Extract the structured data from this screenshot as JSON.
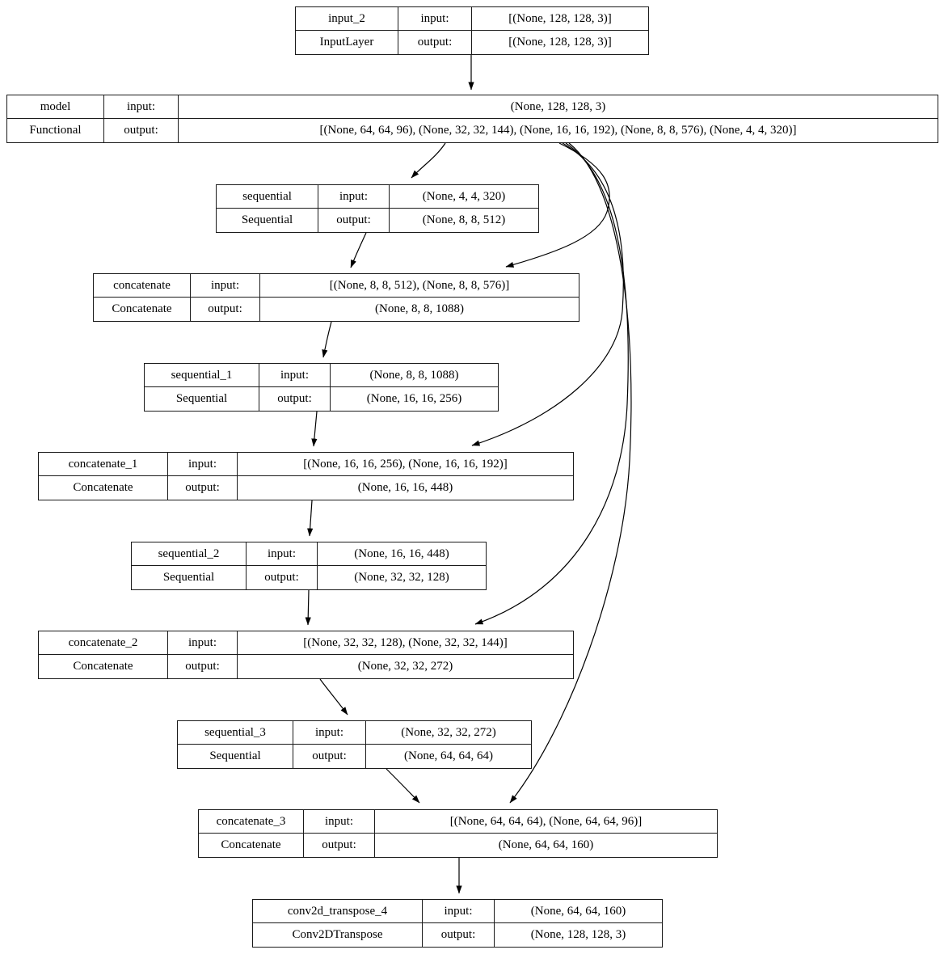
{
  "labels": {
    "input": "input:",
    "output": "output:"
  },
  "colors": {
    "background": "#ffffff",
    "border": "#000000",
    "text": "#000000",
    "edge": "#000000"
  },
  "diagram": {
    "kind": "keras-model-plot",
    "nodes": [
      {
        "name": "input_2",
        "type": "InputLayer",
        "input": "[(None, 128, 128, 3)]",
        "output": "[(None, 128, 128, 3)]"
      },
      {
        "name": "model",
        "type": "Functional",
        "input": "(None, 128, 128, 3)",
        "output": "[(None, 64, 64, 96), (None, 32, 32, 144), (None, 16, 16, 192), (None, 8, 8, 576), (None, 4, 4, 320)]"
      },
      {
        "name": "sequential",
        "type": "Sequential",
        "input": "(None, 4, 4, 320)",
        "output": "(None, 8, 8, 512)"
      },
      {
        "name": "concatenate",
        "type": "Concatenate",
        "input": "[(None, 8, 8, 512), (None, 8, 8, 576)]",
        "output": "(None, 8, 8, 1088)"
      },
      {
        "name": "sequential_1",
        "type": "Sequential",
        "input": "(None, 8, 8, 1088)",
        "output": "(None, 16, 16, 256)"
      },
      {
        "name": "concatenate_1",
        "type": "Concatenate",
        "input": "[(None, 16, 16, 256), (None, 16, 16, 192)]",
        "output": "(None, 16, 16, 448)"
      },
      {
        "name": "sequential_2",
        "type": "Sequential",
        "input": "(None, 16, 16, 448)",
        "output": "(None, 32, 32, 128)"
      },
      {
        "name": "concatenate_2",
        "type": "Concatenate",
        "input": "[(None, 32, 32, 128), (None, 32, 32, 144)]",
        "output": "(None, 32, 32, 272)"
      },
      {
        "name": "sequential_3",
        "type": "Sequential",
        "input": "(None, 32, 32, 272)",
        "output": "(None, 64, 64, 64)"
      },
      {
        "name": "concatenate_3",
        "type": "Concatenate",
        "input": "[(None, 64, 64, 64), (None, 64, 64, 96)]",
        "output": "(None, 64, 64, 160)"
      },
      {
        "name": "conv2d_transpose_4",
        "type": "Conv2DTranspose",
        "input": "(None, 64, 64, 160)",
        "output": "(None, 128, 128, 3)"
      }
    ],
    "edges": [
      {
        "from": "input_2",
        "to": "model"
      },
      {
        "from": "model",
        "to": "sequential"
      },
      {
        "from": "model",
        "to": "concatenate"
      },
      {
        "from": "model",
        "to": "concatenate_1"
      },
      {
        "from": "model",
        "to": "concatenate_2"
      },
      {
        "from": "model",
        "to": "concatenate_3"
      },
      {
        "from": "sequential",
        "to": "concatenate"
      },
      {
        "from": "concatenate",
        "to": "sequential_1"
      },
      {
        "from": "sequential_1",
        "to": "concatenate_1"
      },
      {
        "from": "concatenate_1",
        "to": "sequential_2"
      },
      {
        "from": "sequential_2",
        "to": "concatenate_2"
      },
      {
        "from": "concatenate_2",
        "to": "sequential_3"
      },
      {
        "from": "sequential_3",
        "to": "concatenate_3"
      },
      {
        "from": "concatenate_3",
        "to": "conv2d_transpose_4"
      }
    ]
  }
}
